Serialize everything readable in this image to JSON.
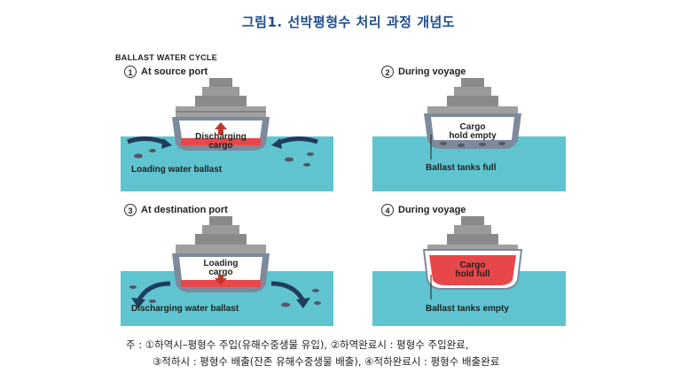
{
  "title": "그림1. 선박평형수 처리 과정 개념도",
  "diagram": {
    "heading": "BALLAST WATER CYCLE",
    "panels": [
      {
        "num": "1",
        "label": "At source port",
        "cargo_text": [
          "Discharging",
          "cargo"
        ],
        "water_text": "Loading water ballast"
      },
      {
        "num": "2",
        "label": "During voyage",
        "cargo_text": [
          "Cargo",
          "hold empty"
        ],
        "water_text": "Ballast tanks full"
      },
      {
        "num": "3",
        "label": "At destination port",
        "cargo_text": [
          "Loading",
          "cargo"
        ],
        "water_text": "Discharging water ballast"
      },
      {
        "num": "4",
        "label": "During voyage",
        "cargo_text": [
          "Cargo",
          "hold full"
        ],
        "water_text": "Ballast tanks empty"
      }
    ]
  },
  "note": {
    "line1": "주 : ①하역시–평형수 주입(유해수중생물 유입), ②하역완료시 : 평형수 주입완료,",
    "line2": "③적하시 : 평형수 배출(잔존 유해수중생물 배출), ④적하완료시 : 평형수 배출완료"
  },
  "colors": {
    "title": "#1f4e8c",
    "water": "#5fc4cf",
    "hull": "#7d8a9c",
    "cargo_red": "#e8474a",
    "ship_gray": "#8a8a8a"
  }
}
